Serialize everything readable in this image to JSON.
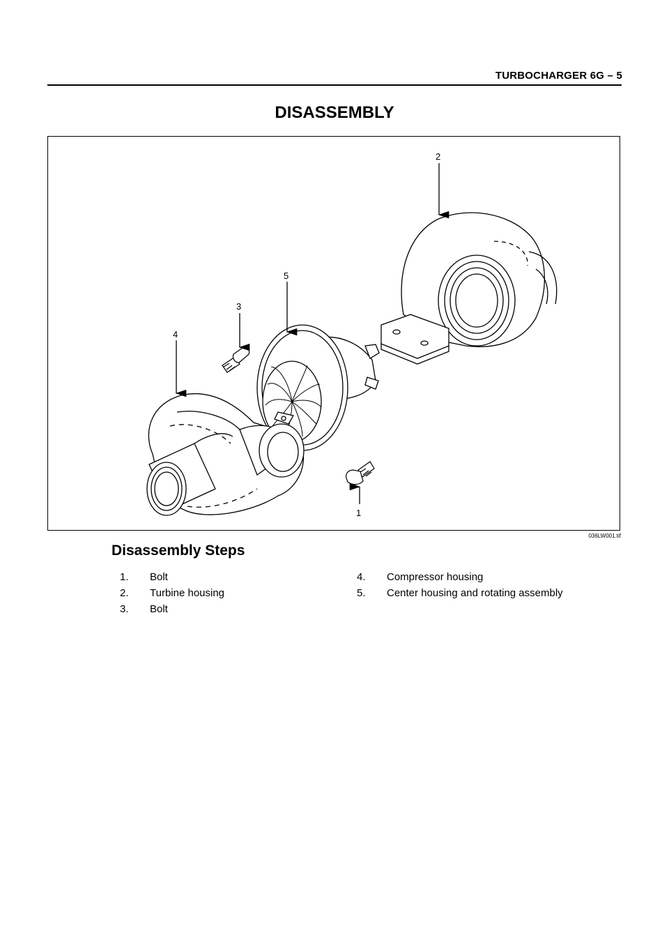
{
  "header": {
    "title": "TURBOCHARGER  6G – 5"
  },
  "page": {
    "title": "DISASSEMBLY"
  },
  "figure": {
    "caption": "036LW001.tif",
    "callouts": {
      "c1": "1",
      "c2": "2",
      "c3": "3",
      "c4": "4",
      "c5": "5"
    }
  },
  "steps": {
    "heading": "Disassembly Steps",
    "items": [
      {
        "num": "1.",
        "label": "Bolt"
      },
      {
        "num": "2.",
        "label": "Turbine housing"
      },
      {
        "num": "3.",
        "label": "Bolt"
      },
      {
        "num": "4.",
        "label": "Compressor housing"
      },
      {
        "num": "5.",
        "label": "Center housing and rotating assembly"
      }
    ]
  }
}
